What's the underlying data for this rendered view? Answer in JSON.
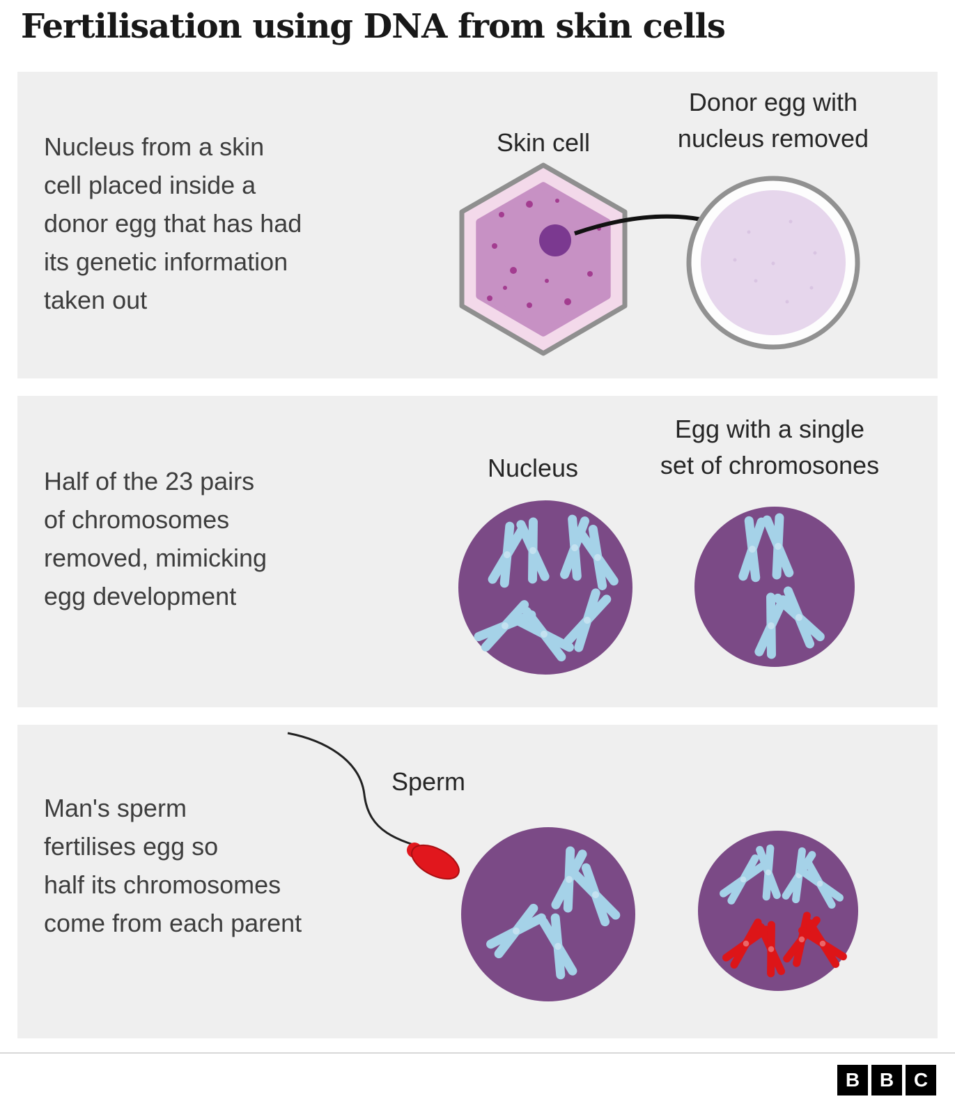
{
  "title": "Fertilisation using DNA from skin cells",
  "panels": [
    {
      "lines": [
        "Nucleus from a skin",
        "cell placed inside a",
        "donor egg that has had",
        "its genetic information",
        "taken out"
      ],
      "label_skin_cell": "Skin cell",
      "label_donor_egg_lines": [
        "Donor egg with",
        "nucleus removed"
      ]
    },
    {
      "lines": [
        "Half of the 23 pairs",
        "of chromosomes",
        "removed, mimicking",
        "egg development"
      ],
      "label_nucleus": "Nucleus",
      "label_egg_lines": [
        "Egg with a single",
        "set of chromosones"
      ]
    },
    {
      "lines": [
        "Man's sperm",
        "fertilises egg so",
        "half its chromosomes",
        "come from each parent"
      ],
      "label_sperm": "Sperm"
    }
  ],
  "footer": {
    "logo": [
      "B",
      "B",
      "C"
    ]
  },
  "colors": {
    "panel_bg": "#efefef",
    "body_text": "#3d3d3d",
    "nucleus_purple": "#7b4a86",
    "chromosome_blue": "#a5d2e8",
    "chromosome_red": "#dd1518",
    "skin_cell_outer": "#f3d9ea",
    "skin_cell_inner": "#c791c4",
    "skin_cell_nucleus": "#7b3990",
    "donor_egg_fill": "#e6d6ec",
    "sperm_red": "#e1171d"
  }
}
